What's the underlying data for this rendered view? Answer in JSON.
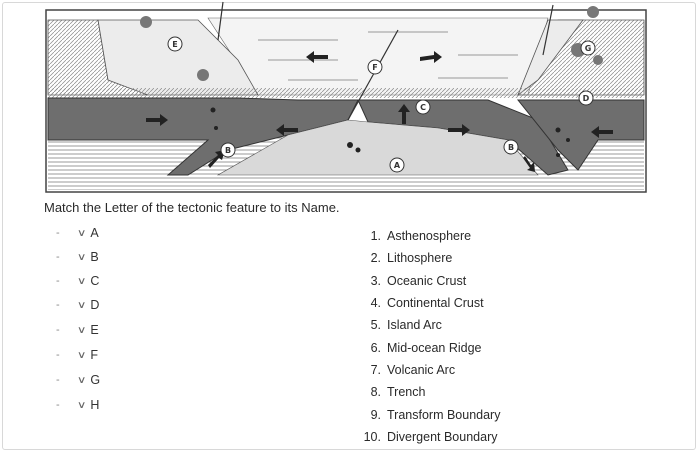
{
  "question": {
    "prompt": "Match the Letter of the tectonic feature to its Name."
  },
  "diagram": {
    "letters": [
      "A",
      "B",
      "B",
      "C",
      "D",
      "E",
      "F",
      "G"
    ]
  },
  "matches": [
    {
      "letter": "A",
      "value": "-"
    },
    {
      "letter": "B",
      "value": "-"
    },
    {
      "letter": "C",
      "value": "-"
    },
    {
      "letter": "D",
      "value": "-"
    },
    {
      "letter": "E",
      "value": "-"
    },
    {
      "letter": "F",
      "value": "-"
    },
    {
      "letter": "G",
      "value": "-"
    },
    {
      "letter": "H",
      "value": "-"
    }
  ],
  "answers": [
    {
      "num": "1.",
      "text": "Asthenosphere"
    },
    {
      "num": "2.",
      "text": "Lithosphere"
    },
    {
      "num": "3.",
      "text": "Oceanic Crust"
    },
    {
      "num": "4.",
      "text": "Continental Crust"
    },
    {
      "num": "5.",
      "text": "Island Arc"
    },
    {
      "num": "6.",
      "text": "Mid-ocean Ridge"
    },
    {
      "num": "7.",
      "text": "Volcanic Arc"
    },
    {
      "num": "8.",
      "text": "Trench"
    },
    {
      "num": "9.",
      "text": "Transform Boundary"
    },
    {
      "num": "10.",
      "text": "Divergent Boundary"
    }
  ],
  "icons": {
    "dropdown": "chevron-down-icon"
  },
  "colors": {
    "mantle": "#6e6e6e",
    "plate_light": "#d9d9d9",
    "water": "#f4f4f4"
  }
}
